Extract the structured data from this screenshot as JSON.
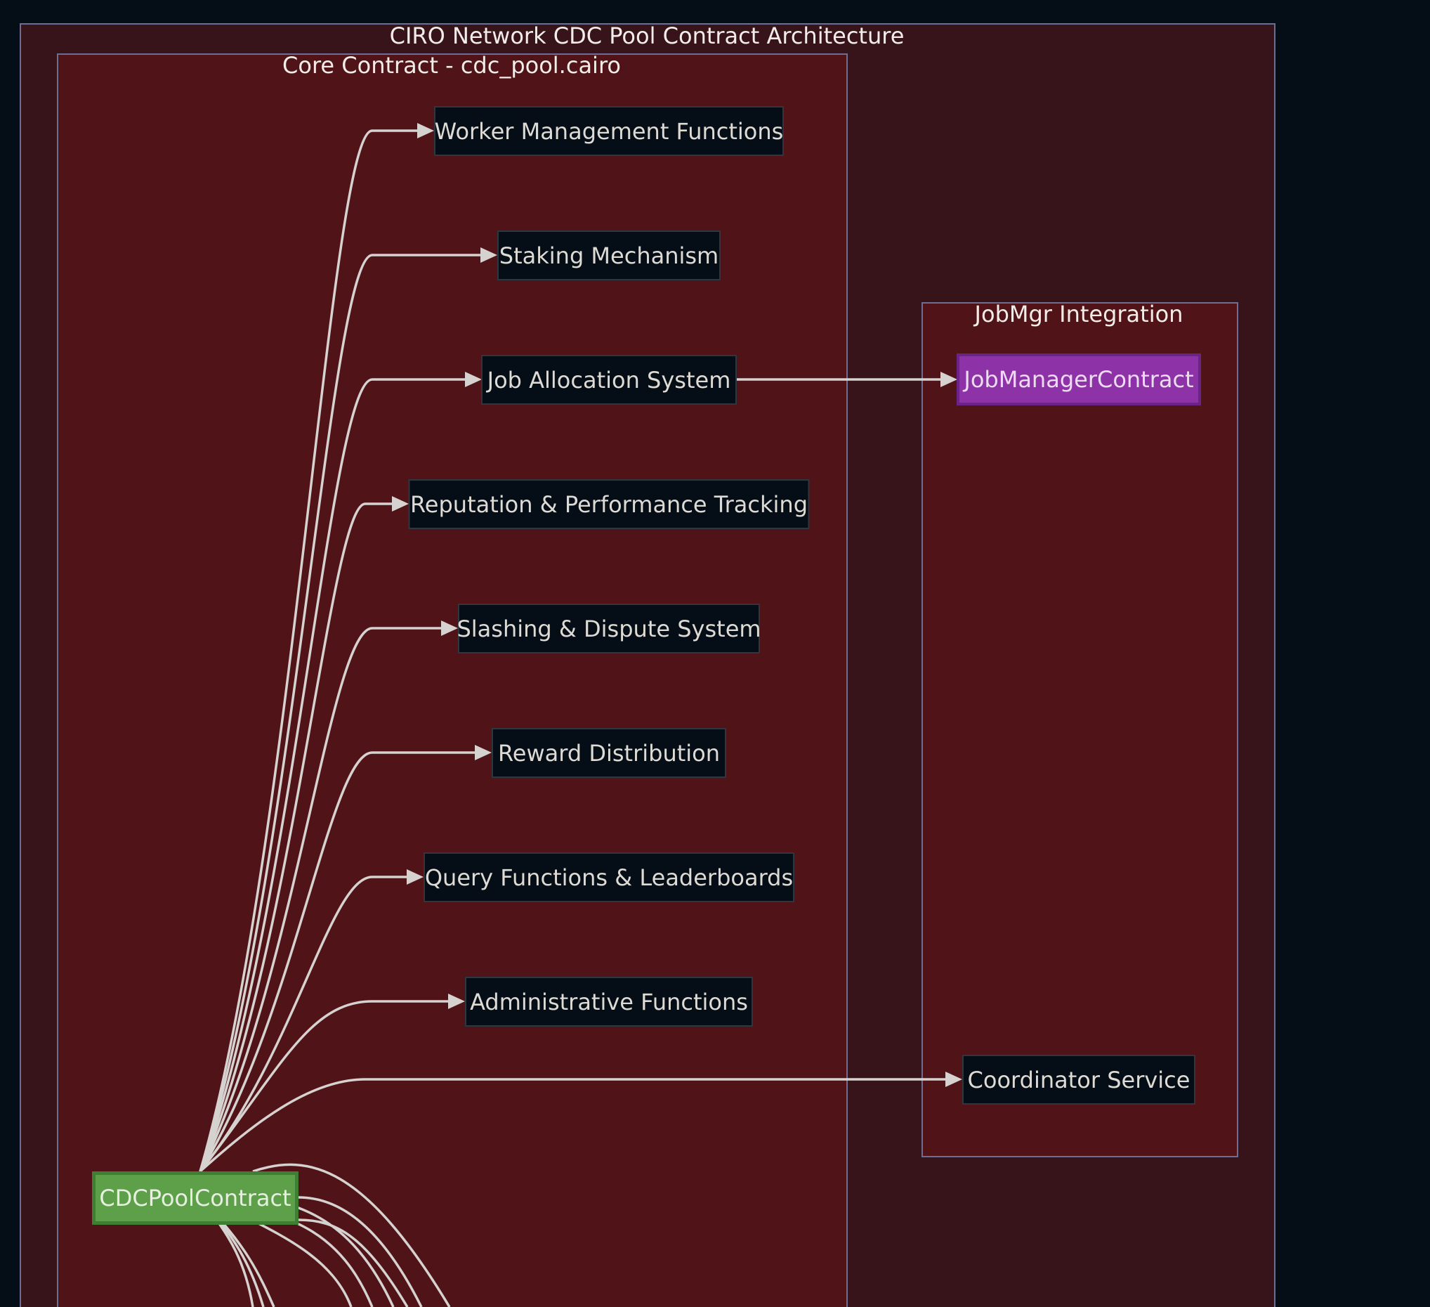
{
  "diagram": {
    "title": "CIRO Network CDC Pool Contract Architecture",
    "clusters": {
      "core": "Core Contract - cdc_pool.cairo",
      "jobmgr": "JobMgr Integration"
    },
    "nodes": {
      "root": "CDCPoolContract",
      "worker": "Worker Management Functions",
      "staking": "Staking Mechanism",
      "allocation": "Job Allocation System",
      "reputation": "Reputation & Performance Tracking",
      "slashing": "Slashing & Dispute System",
      "reward": "Reward Distribution",
      "query": "Query Functions & Leaderboards",
      "admin": "Administrative Functions",
      "jobmanager": "JobManagerContract",
      "coordinator": "Coordinator Service"
    },
    "edges": [
      {
        "from": "root",
        "to": "worker"
      },
      {
        "from": "root",
        "to": "staking"
      },
      {
        "from": "root",
        "to": "allocation"
      },
      {
        "from": "root",
        "to": "reputation"
      },
      {
        "from": "root",
        "to": "slashing"
      },
      {
        "from": "root",
        "to": "reward"
      },
      {
        "from": "root",
        "to": "query"
      },
      {
        "from": "root",
        "to": "admin"
      },
      {
        "from": "root",
        "to": "coordinator"
      },
      {
        "from": "allocation",
        "to": "jobmanager"
      }
    ],
    "colors": {
      "background": "#050d16",
      "outer_cluster": "#37131a",
      "inner_cluster": "#501318",
      "cluster_border": "#6e6e92",
      "node_fill": "#050d16",
      "root_fill": "#5ea04a",
      "external_fill": "#8e32a8",
      "edge": "#d6d2d0"
    }
  }
}
